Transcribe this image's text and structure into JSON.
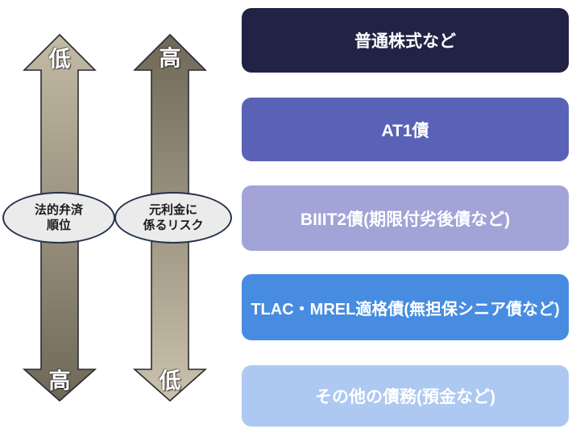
{
  "axes": [
    {
      "top_label": "低",
      "bottom_label": "高",
      "label_lines": [
        "法的弁済",
        "順位"
      ],
      "gradient_top": "#c3bba5",
      "gradient_bottom": "#6f6857"
    },
    {
      "top_label": "高",
      "bottom_label": "低",
      "label_lines": [
        "元利金に",
        "係るリスク"
      ],
      "gradient_top": "#6f6857",
      "gradient_bottom": "#cbc2ad"
    }
  ],
  "instruments": [
    {
      "label": "普通株式など",
      "color": "#212244"
    },
    {
      "label": "AT1債",
      "color": "#5a62b7"
    },
    {
      "label": "BIIIT2債(期限付劣後債など)",
      "color": "#a2a4d7"
    },
    {
      "label": "TLAC・MREL適格債(無担保シニア債など)",
      "color": "#478ce0"
    },
    {
      "label": "その他の債務(預金など)",
      "color": "#adc9f1"
    }
  ]
}
